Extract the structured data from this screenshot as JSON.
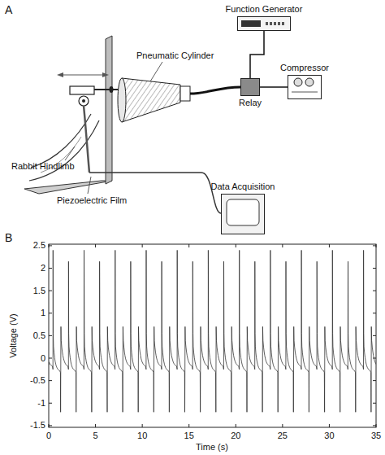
{
  "diagram": {
    "nodes": [
      {
        "text": [
          "Function Generator"
        ]
      },
      {
        "text": [
          "Compressor"
        ]
      },
      {
        "text": [
          "Relay"
        ]
      },
      {
        "text": [
          "Data Acquisition"
        ]
      }
    ],
    "edges": [
      {
        "from": 0,
        "to": 2,
        "arrow": "none"
      },
      {
        "from": 1,
        "to": 2,
        "arrow": "none"
      }
    ],
    "labels": [
      "A",
      "Pneumatic Cylinder",
      "Rabbit Hindlimb",
      "Piezoelectric Film",
      "B",
      "2.5",
      "2",
      "1.5",
      "1",
      "0.5",
      "0",
      "-0.5",
      "-1",
      "-1.5",
      "0",
      "5",
      "10",
      "15",
      "20",
      "25",
      "30",
      "35",
      "Voltage (V)",
      "Time (s)"
    ]
  }
}
